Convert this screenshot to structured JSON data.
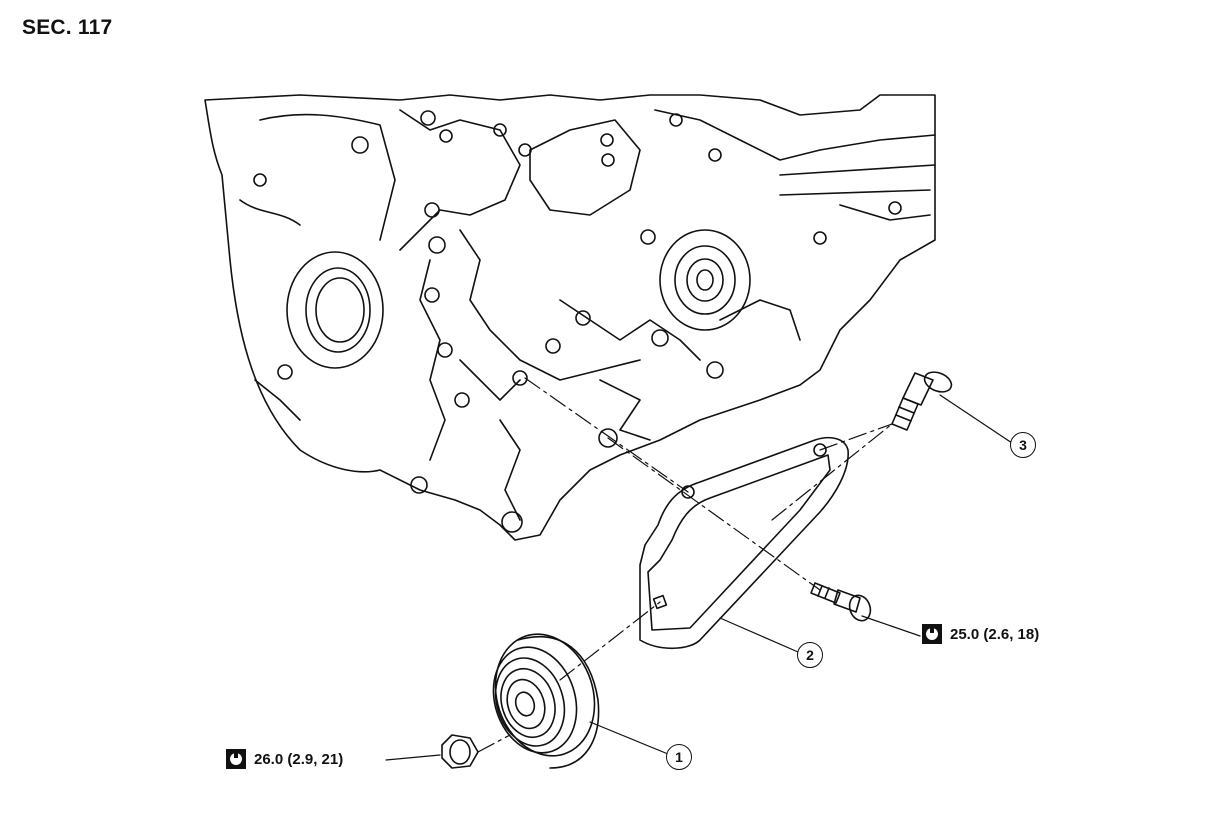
{
  "section": "SEC. 117",
  "callouts": [
    {
      "id": "1",
      "label": "1"
    },
    {
      "id": "2",
      "label": "2"
    },
    {
      "id": "3",
      "label": "3"
    }
  ],
  "torque_specs": [
    {
      "for": "pulley-nut",
      "value": "26.0 (2.9, 21)",
      "icon": "torque-wrench-icon"
    },
    {
      "for": "bracket-bolt",
      "value": "25.0 (2.6, 18)",
      "icon": "torque-wrench-icon"
    }
  ],
  "colors": {
    "line": "#111111",
    "background": "#ffffff"
  }
}
